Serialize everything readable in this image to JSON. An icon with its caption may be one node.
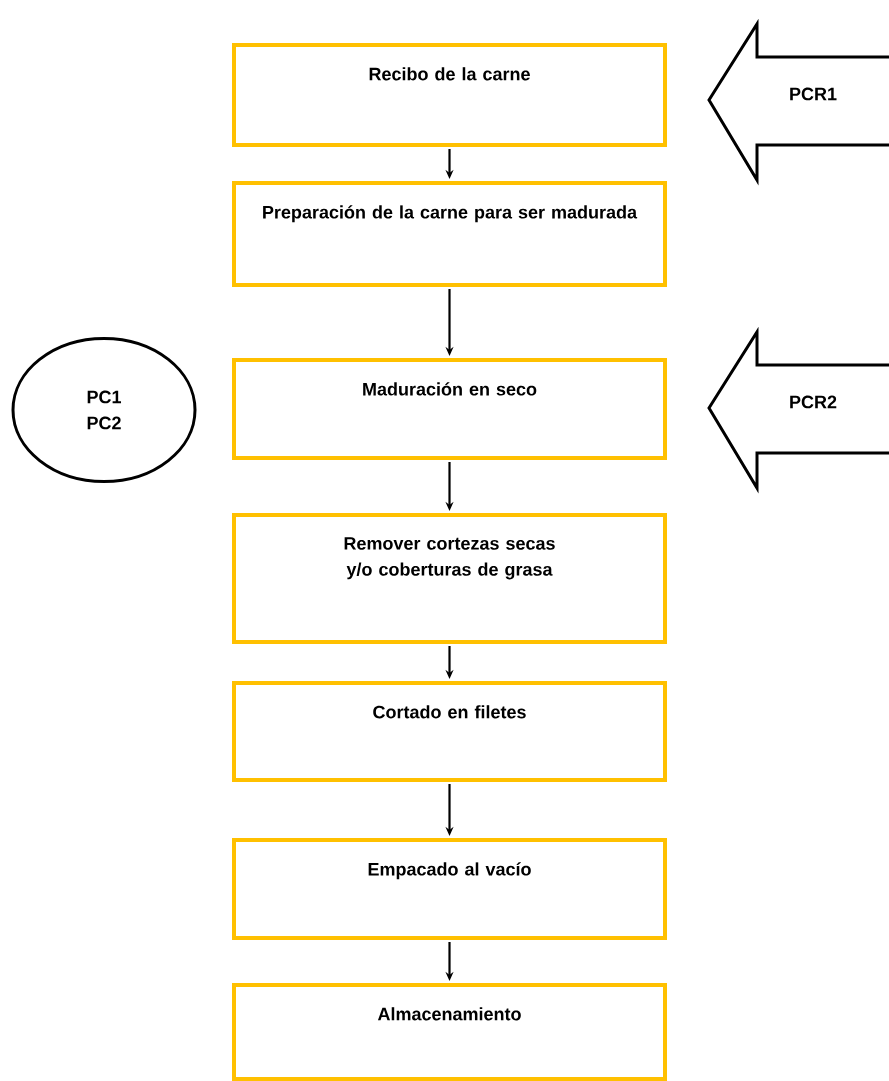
{
  "diagram": {
    "nodes": [
      {
        "text": [
          "Recibo de la carne"
        ]
      },
      {
        "text": [
          "Preparación de la carne para ser madurada"
        ]
      },
      {
        "text": [
          "Maduración en seco"
        ]
      },
      {
        "text": [
          "Remover cortezas secas y/o coberturas de grasa"
        ]
      },
      {
        "text": [
          "Cortado en filetes"
        ]
      },
      {
        "text": [
          "Empacado al vacío"
        ]
      },
      {
        "text": [
          "Almacenamiento"
        ]
      },
      {
        "text": [
          "PCR1"
        ]
      },
      {
        "text": [
          "PCR2"
        ]
      },
      {
        "text": [
          "PC1 PC2"
        ]
      }
    ],
    "edges": [
      {
        "from": 0,
        "to": 1,
        "arrow": "to"
      },
      {
        "from": 1,
        "to": 2,
        "arrow": "to"
      },
      {
        "from": 2,
        "to": 3,
        "arrow": "to"
      },
      {
        "from": 3,
        "to": 4,
        "arrow": "to"
      },
      {
        "from": 4,
        "to": 5,
        "arrow": "to"
      },
      {
        "from": 5,
        "to": 6,
        "arrow": "to"
      }
    ]
  }
}
